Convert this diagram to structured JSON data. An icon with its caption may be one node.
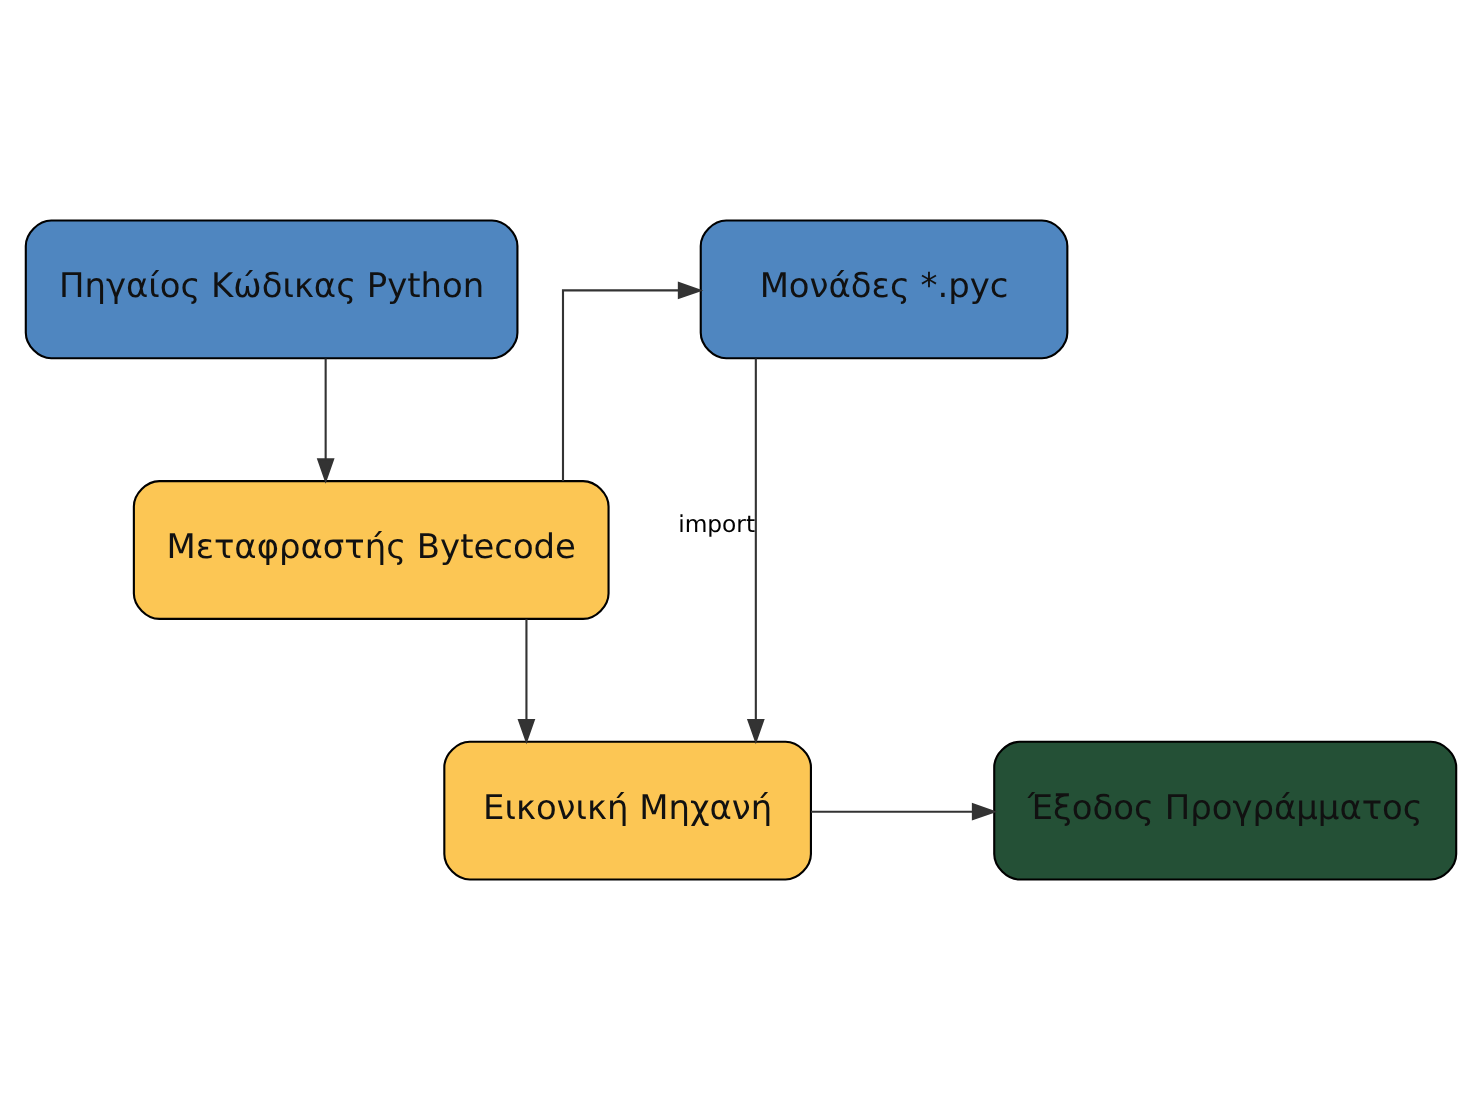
{
  "diagram": {
    "nodes": [
      {
        "text": [
          "Πηγαίος Κώδικας Python"
        ]
      },
      {
        "text": [
          "Μονάδες *.pyc"
        ]
      },
      {
        "text": [
          "Μεταφραστής Bytecode"
        ]
      },
      {
        "text": [
          "Εικονική Μηχανή"
        ]
      },
      {
        "text": [
          "Έξοδος Προγράμματος"
        ]
      }
    ],
    "edges": [
      {
        "from": 0,
        "to": 2,
        "arrow": "to"
      },
      {
        "from": 2,
        "to": 1,
        "arrow": "to"
      },
      {
        "from": 2,
        "to": 3,
        "arrow": "to"
      },
      {
        "from": 1,
        "to": 3,
        "arrow": "to",
        "label": "import"
      },
      {
        "from": 3,
        "to": 4,
        "arrow": "to"
      }
    ]
  }
}
